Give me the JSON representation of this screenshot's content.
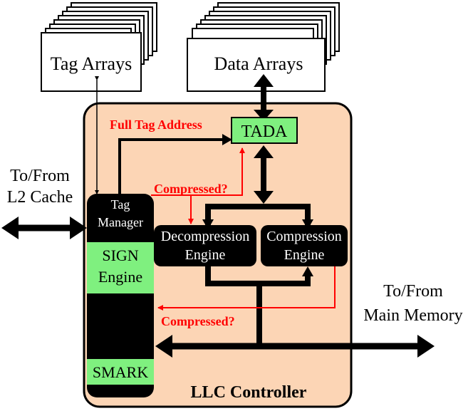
{
  "labels": {
    "tag_arrays": "Tag Arrays",
    "data_arrays": "Data Arrays",
    "to_from_l2_line1": "To/From",
    "to_from_l2_line2": "L2 Cache",
    "to_from_mem_line1": "To/From",
    "to_from_mem_line2": "Main Memory",
    "full_tag_address": "Full Tag Address",
    "tada": "TADA",
    "compressed_top": "Compressed?",
    "compressed_bottom": "Compressed?",
    "tag_manager_line1": "Tag",
    "tag_manager_line2": "Manager",
    "sign_engine_line1": "SIGN",
    "sign_engine_line2": "Engine",
    "decompression_line1": "Decompression",
    "decompression_line2": "Engine",
    "compression_line1": "Compression",
    "compression_line2": "Engine",
    "smark": "SMARK",
    "llc_controller": "LLC Controller"
  },
  "colors": {
    "controller_fill": "#fcd5b5",
    "green_fill": "#7ff07f",
    "black": "#000000",
    "red": "#ff0000"
  }
}
